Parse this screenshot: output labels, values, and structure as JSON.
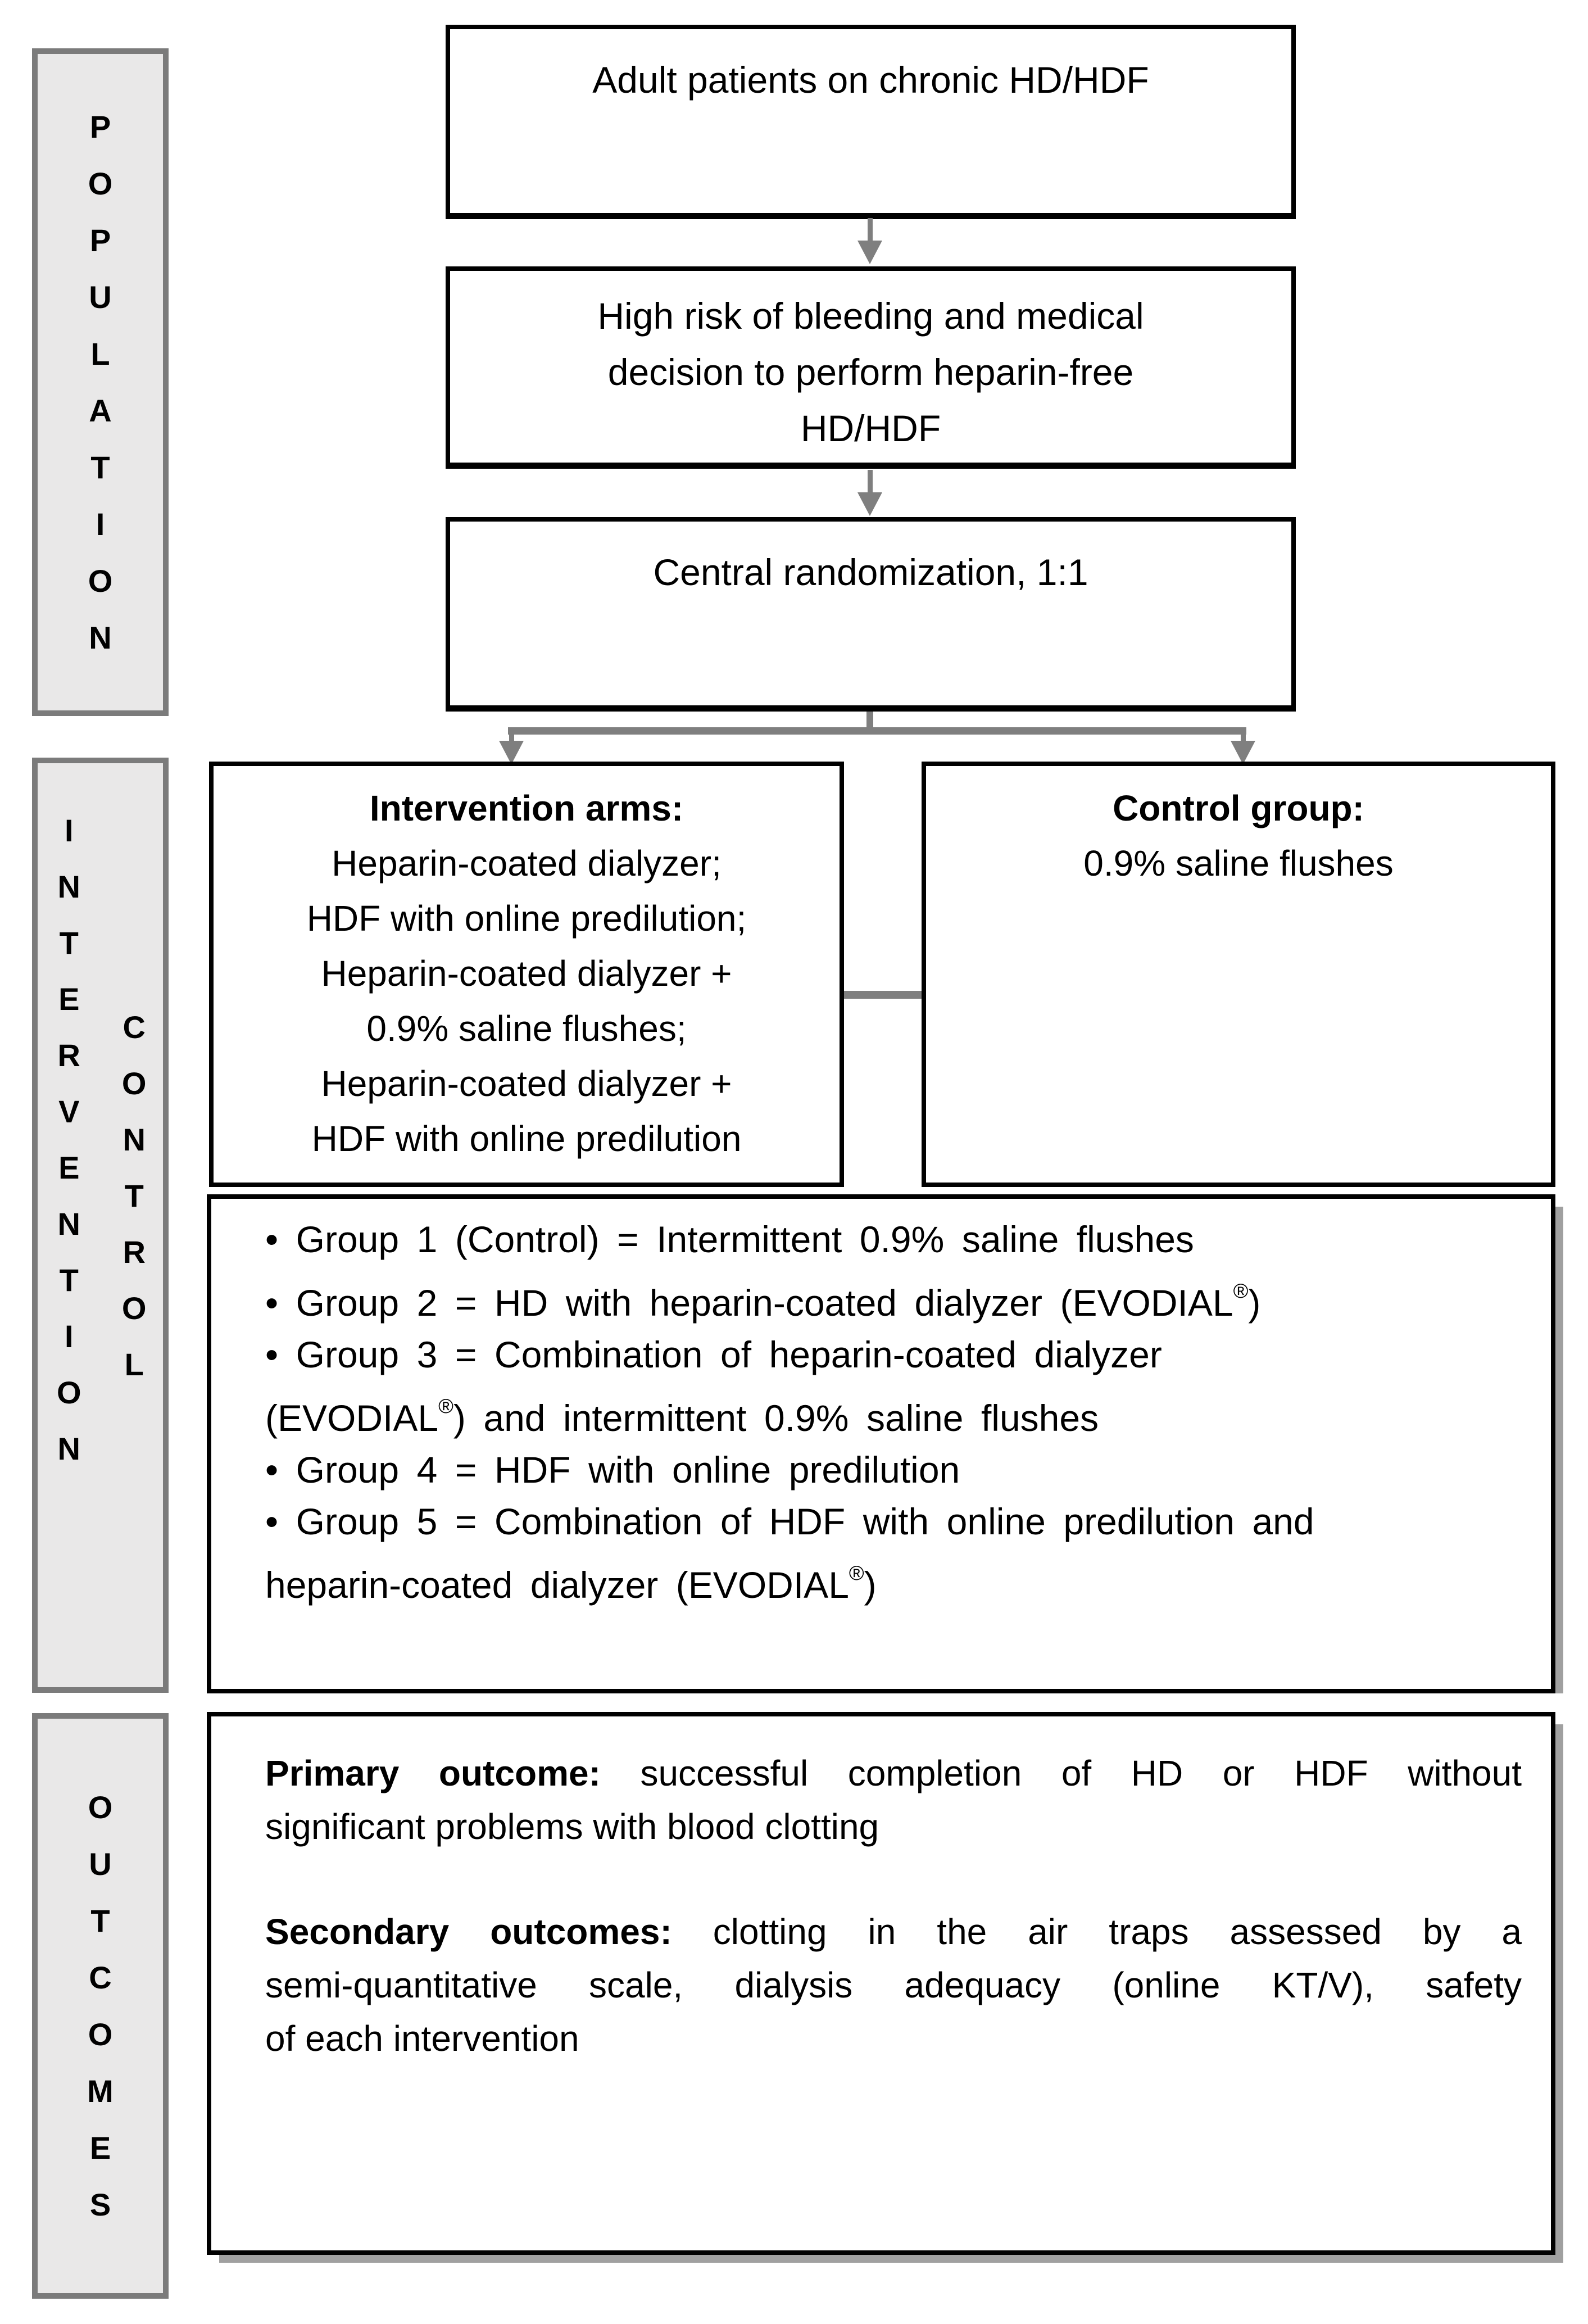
{
  "colors": {
    "box_fill": "#ffffff",
    "label_fill": "#e9e8e8",
    "label_border": "#7b7b7b",
    "line_color": "#000000",
    "connector_gray": "#7f7f7f",
    "shadow_gray": "#a0a0a0"
  },
  "labels": {
    "population": "P\nO\nP\nU\nL\nA\nT\nI\nO\nN",
    "intervention": "I\nN\nT\nE\nR\nV\nE\nN\nT\nI\nO\nN",
    "control": "C\nO\nN\nT\nR\nO\nL",
    "outcomes": "O\nU\nT\nC\nO\nM\nE\nS"
  },
  "flow": {
    "box1_line1": "Adult patients on chronic HD/HDF",
    "box2_lines": [
      "High risk of bleeding and medical",
      "decision to perform heparin-free",
      "HD/HDF"
    ],
    "box3_line1": "Central randomization, 1:1"
  },
  "arms": {
    "intervention": {
      "title": "Intervention arms:",
      "lines": [
        "Heparin-coated dialyzer;",
        "HDF with online predilution;",
        "Heparin-coated dialyzer +",
        "0.9% saline flushes;",
        "Heparin-coated dialyzer +",
        "HDF with online predilution"
      ]
    },
    "control": {
      "title": "Control group:",
      "lines": [
        "0.9% saline flushes"
      ]
    }
  },
  "groups": {
    "lines": [
      "• Group 1 (Control) = Intermittent 0.9% saline flushes",
      "• Group 2 = HD with heparin-coated dialyzer (EVODIAL®)",
      "• Group 3 = Combination of heparin-coated dialyzer",
      "(EVODIAL®) and intermittent 0.9% saline flushes",
      "• Group 4 = HDF with online predilution",
      "• Group 5 = Combination of HDF with online predilution and",
      "heparin-coated dialyzer (EVODIAL®)"
    ]
  },
  "outcomes": {
    "primary_label": "Primary outcome:",
    "primary_line1_rest": " successful completion of HD or HDF without",
    "primary_line2": "significant problems with blood clotting",
    "secondary_label": "Secondary outcomes:",
    "secondary_line1_rest": " clotting in the air traps assessed by a",
    "secondary_line2": "semi-quantitative scale, dialysis adequacy (online KT/V), safety",
    "secondary_line3": "of each intervention"
  }
}
